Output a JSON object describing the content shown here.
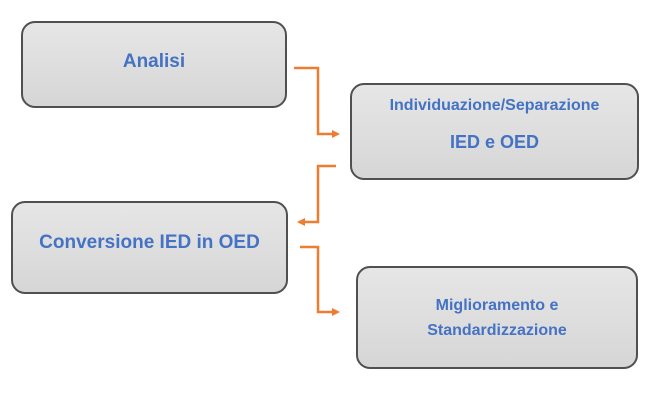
{
  "diagram": {
    "connector_color": "#ed7d31",
    "box_text_color": "#4472c4",
    "box_fill_color": "#dcdcdc",
    "box_border_color": "#505050",
    "steps": [
      {
        "lines": [
          "Analisi"
        ]
      },
      {
        "lines": [
          "Individuazione/Separazione",
          "IED e OED"
        ]
      },
      {
        "lines": [
          "Conversione IED in OED"
        ]
      },
      {
        "lines": [
          "Miglioramento e",
          "Standardizzazione"
        ]
      }
    ]
  }
}
